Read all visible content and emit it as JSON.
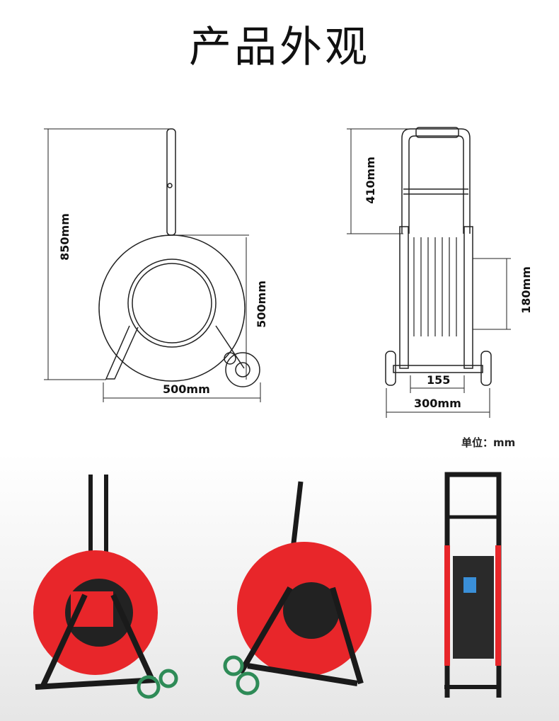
{
  "header": {
    "title": "产品外观"
  },
  "side_view": {
    "height_label": "850mm",
    "reel_diameter_label": "500mm",
    "width_label": "500mm"
  },
  "front_view": {
    "handle_label": "410mm",
    "drum_label": "180mm",
    "inner_width_label": "155",
    "outer_width_label": "300mm"
  },
  "unit_note": "单位：mm",
  "colors": {
    "reel_red": "#e8262a",
    "frame_black": "#1a1a1a",
    "wheel_green": "#2e8b57"
  }
}
